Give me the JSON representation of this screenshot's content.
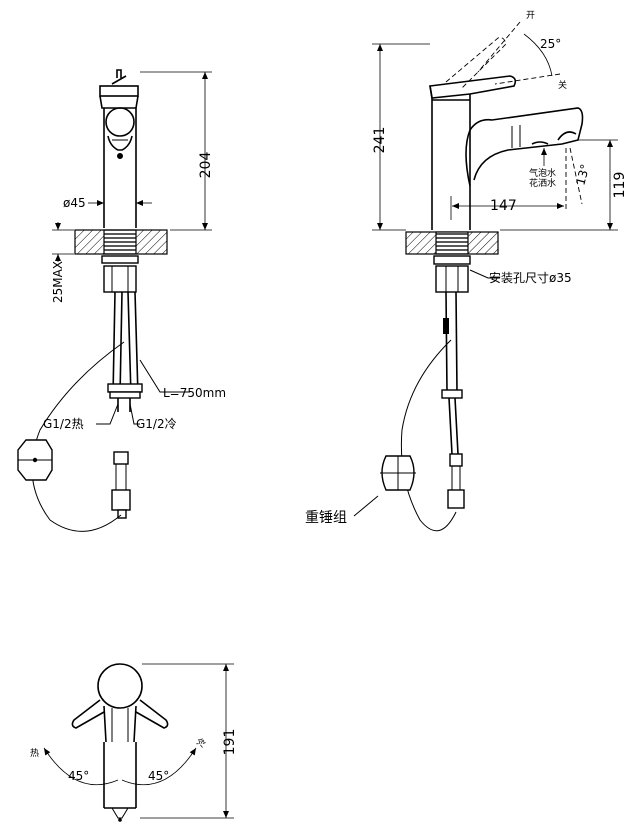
{
  "labels": {
    "front_diameter": "ø45",
    "front_height": "204",
    "front_maxdepth": "25MAX",
    "hose_length": "L=750mm",
    "hot_connector": "G1/2热",
    "cold_connector": "G1/2冷",
    "side_height": "241",
    "side_open": "开",
    "side_close": "关",
    "side_angle": "25°",
    "spray_air": "气泡水",
    "spray_shower": "花洒水",
    "spray_angle": "13°",
    "reach": "147",
    "spout_height": "119",
    "mount_hole": "安装孔尺寸ø35",
    "weight_group": "重锤组",
    "top_height": "191",
    "top_hot": "热",
    "top_cold": "冷",
    "top_angle_left": "45°",
    "top_angle_right": "45°"
  }
}
